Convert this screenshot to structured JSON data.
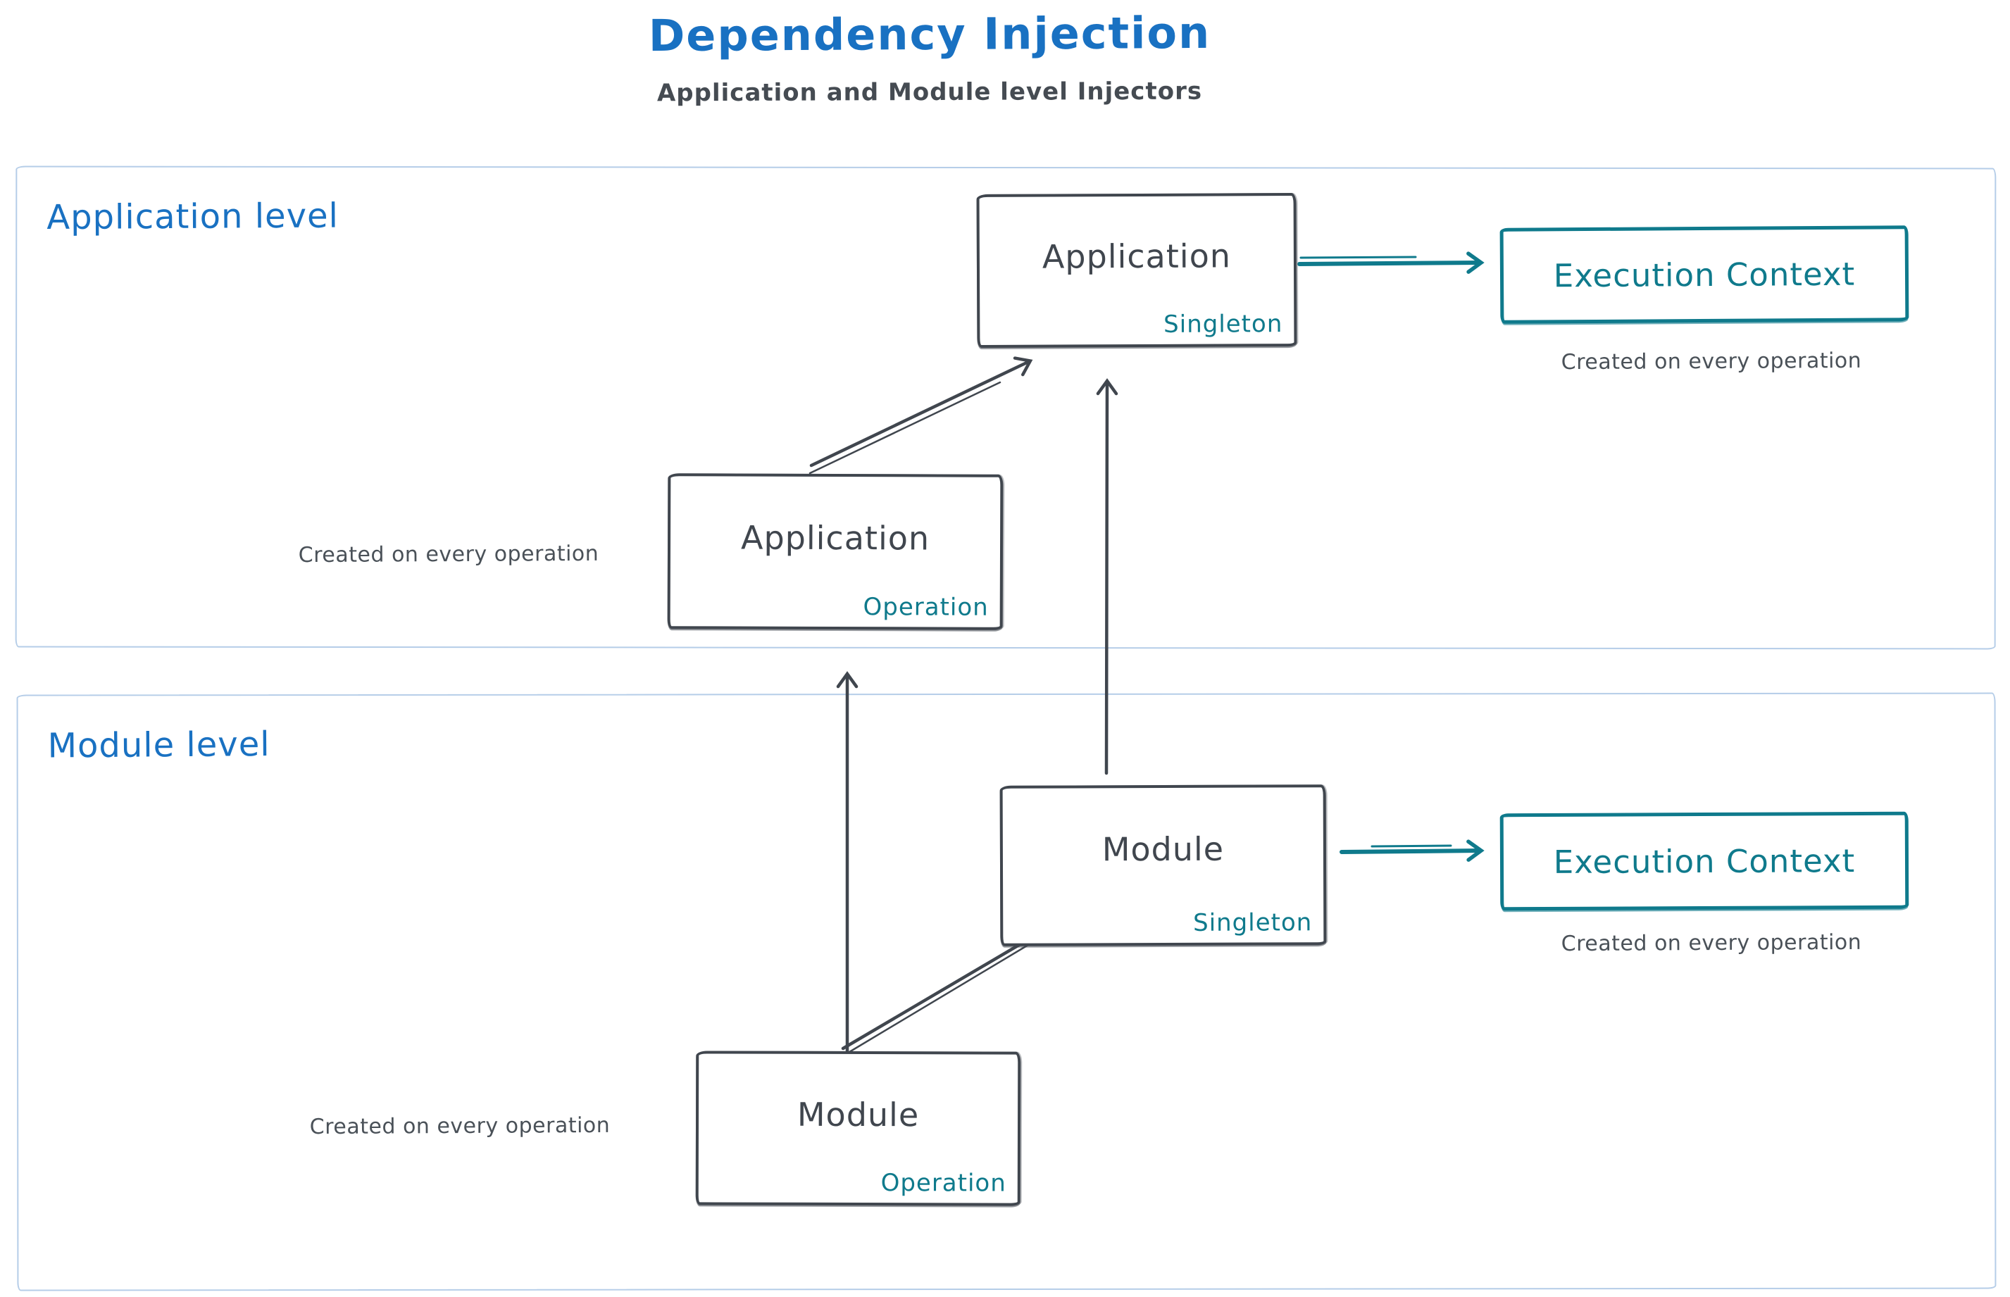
{
  "header": {
    "title": "Dependency Injection",
    "subtitle": "Application and Module level Injectors"
  },
  "levels": {
    "application": {
      "label": "Application level"
    },
    "module": {
      "label": "Module level"
    }
  },
  "nodes": {
    "app_singleton": {
      "title": "Application",
      "tag": "Singleton"
    },
    "app_operation": {
      "title": "Application",
      "tag": "Operation"
    },
    "module_singleton": {
      "title": "Module",
      "tag": "Singleton"
    },
    "module_operation": {
      "title": "Module",
      "tag": "Operation"
    },
    "exec_context_app": {
      "title": "Execution Context"
    },
    "exec_context_module": {
      "title": "Execution Context"
    }
  },
  "captions": {
    "exec_context_app": "Created on every operation",
    "app_operation": "Created on every operation",
    "exec_context_module": "Created on every operation",
    "module_operation": "Created on every operation"
  },
  "arrows": [
    {
      "name": "app-singleton-to-exec-context",
      "color": "#0f7a8c"
    },
    {
      "name": "app-operation-to-app-singleton",
      "color": "#40464e"
    },
    {
      "name": "module-singleton-to-app-singleton",
      "color": "#40464e"
    },
    {
      "name": "module-singleton-to-exec-context",
      "color": "#0f7a8c"
    },
    {
      "name": "module-operation-to-module-singleton",
      "color": "#40464e"
    },
    {
      "name": "module-operation-to-app-operation",
      "color": "#40464e"
    }
  ],
  "colors": {
    "accent_blue": "#1971c2",
    "stroke_dark": "#40464e",
    "accent_teal": "#0f7a8c",
    "container_border": "#b5cde8"
  }
}
